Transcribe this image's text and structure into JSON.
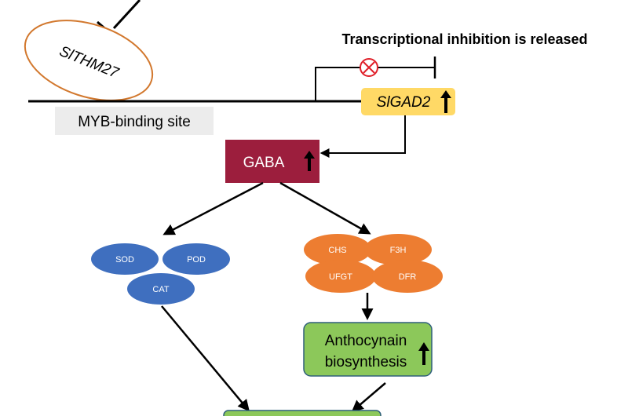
{
  "header": {
    "title": "Transcriptional inhibition is released"
  },
  "repressor": {
    "label": "SlTHM27"
  },
  "binding_site": {
    "label": "MYB-binding site"
  },
  "gene": {
    "label": "SlGAD2",
    "indicator": "up-arrow-icon"
  },
  "metabolite": {
    "label": "GABA",
    "indicator": "up-arrow-icon"
  },
  "antioxidant_enzymes": {
    "items": [
      {
        "label": "SOD"
      },
      {
        "label": "POD"
      },
      {
        "label": "CAT"
      }
    ]
  },
  "anthocyanin_enzymes": {
    "items": [
      {
        "label": "CHS"
      },
      {
        "label": "F3H"
      },
      {
        "label": "UFGT"
      },
      {
        "label": "DFR"
      }
    ]
  },
  "outcome": {
    "line1": "Anthocynain",
    "line2": "biosynthesis",
    "indicator": "up-arrow-icon"
  },
  "colors": {
    "repressor_stroke": "#d2782e",
    "binding_site_fill": "#ececec",
    "gene_fill": "#ffd966",
    "metabolite_fill": "#9c1e3d",
    "antioxidant_fill": "#3f6fbf",
    "anthocyanin_fill": "#ed7d31",
    "outcome_fill": "#8cc85a",
    "outcome_stroke": "#2e5f7a",
    "inhibit_mark": "#e0202a"
  }
}
